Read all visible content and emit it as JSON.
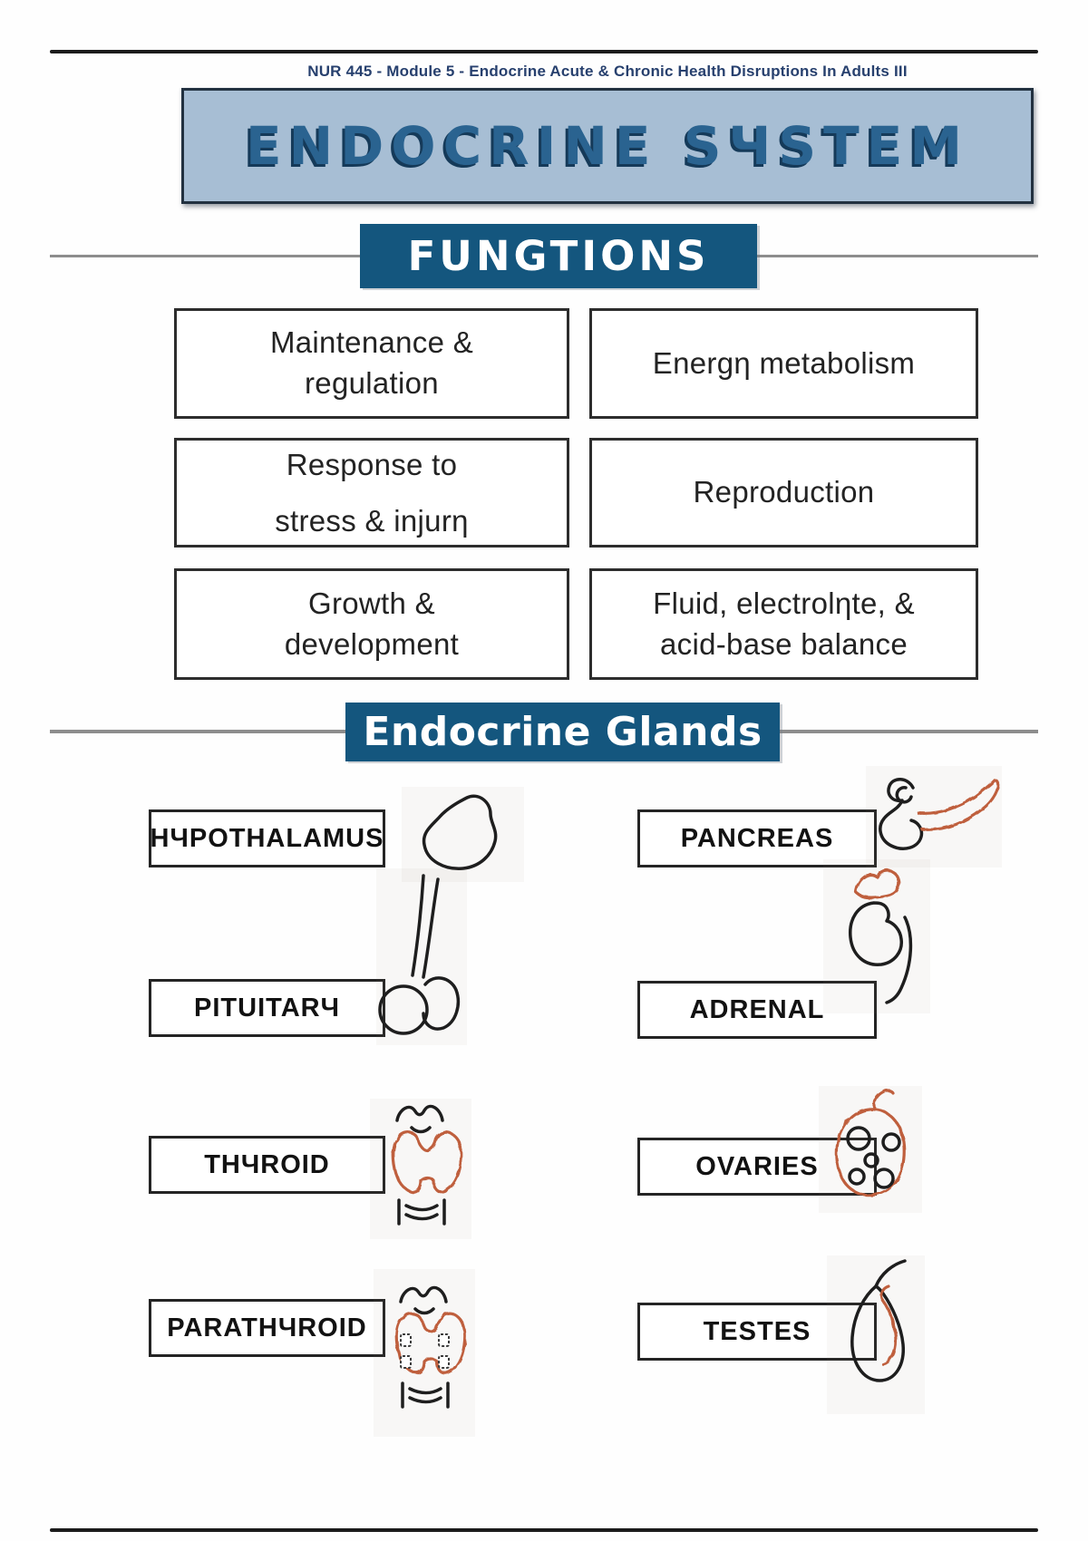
{
  "header": {
    "course_note": "NUR 445 - Module 5 - Endocrine Acute & Chronic Health Disruptions In Adults III",
    "title": "ENDOCRINE SЧSTEM"
  },
  "functions": {
    "banner": "FUNGTIONS",
    "boxes": [
      {
        "name": "maintenance-regulation",
        "lines": [
          "Maintenance &",
          "regulation"
        ]
      },
      {
        "name": "energy-metabolism",
        "lines": [
          "Energη metabolism"
        ]
      },
      {
        "name": "response-stress-injury",
        "lines": [
          "Response to",
          "stress & injurη"
        ]
      },
      {
        "name": "reproduction",
        "lines": [
          "Reproduction"
        ]
      },
      {
        "name": "growth-development",
        "lines": [
          "Growth &",
          "development"
        ]
      },
      {
        "name": "fluid-electrolyte-acid-base",
        "lines": [
          "Fluid, electrolηte, &",
          "acid-base balance"
        ]
      }
    ]
  },
  "glands": {
    "banner": "Endocrine Glands",
    "items": [
      {
        "label": "HЧPOTHALAMUS",
        "icon": "hypothalamus-icon"
      },
      {
        "label": "PANCREAS",
        "icon": "pancreas-icon"
      },
      {
        "label": "PITUITARЧ",
        "icon": "pituitary-icon"
      },
      {
        "label": "ADRENAL",
        "icon": "adrenal-icon"
      },
      {
        "label": "THЧROID",
        "icon": "thyroid-icon"
      },
      {
        "label": "OVARIES",
        "icon": "ovaries-icon"
      },
      {
        "label": "PARATHЧROID",
        "icon": "parathyroid-icon"
      },
      {
        "label": "TESTES",
        "icon": "testes-icon"
      }
    ]
  },
  "colors": {
    "banner_blue": "#14567e",
    "title_box_bg": "#a7bed4",
    "title_text_blue": "#2a6390",
    "title_shadow_navy": "#153a59",
    "header_navy": "#27406e",
    "divider_gray": "#8d8d8d",
    "rule_black": "#1c1c1c",
    "drawing_ink": "#1e1e1e",
    "drawing_orange": "#bf5f3e"
  }
}
